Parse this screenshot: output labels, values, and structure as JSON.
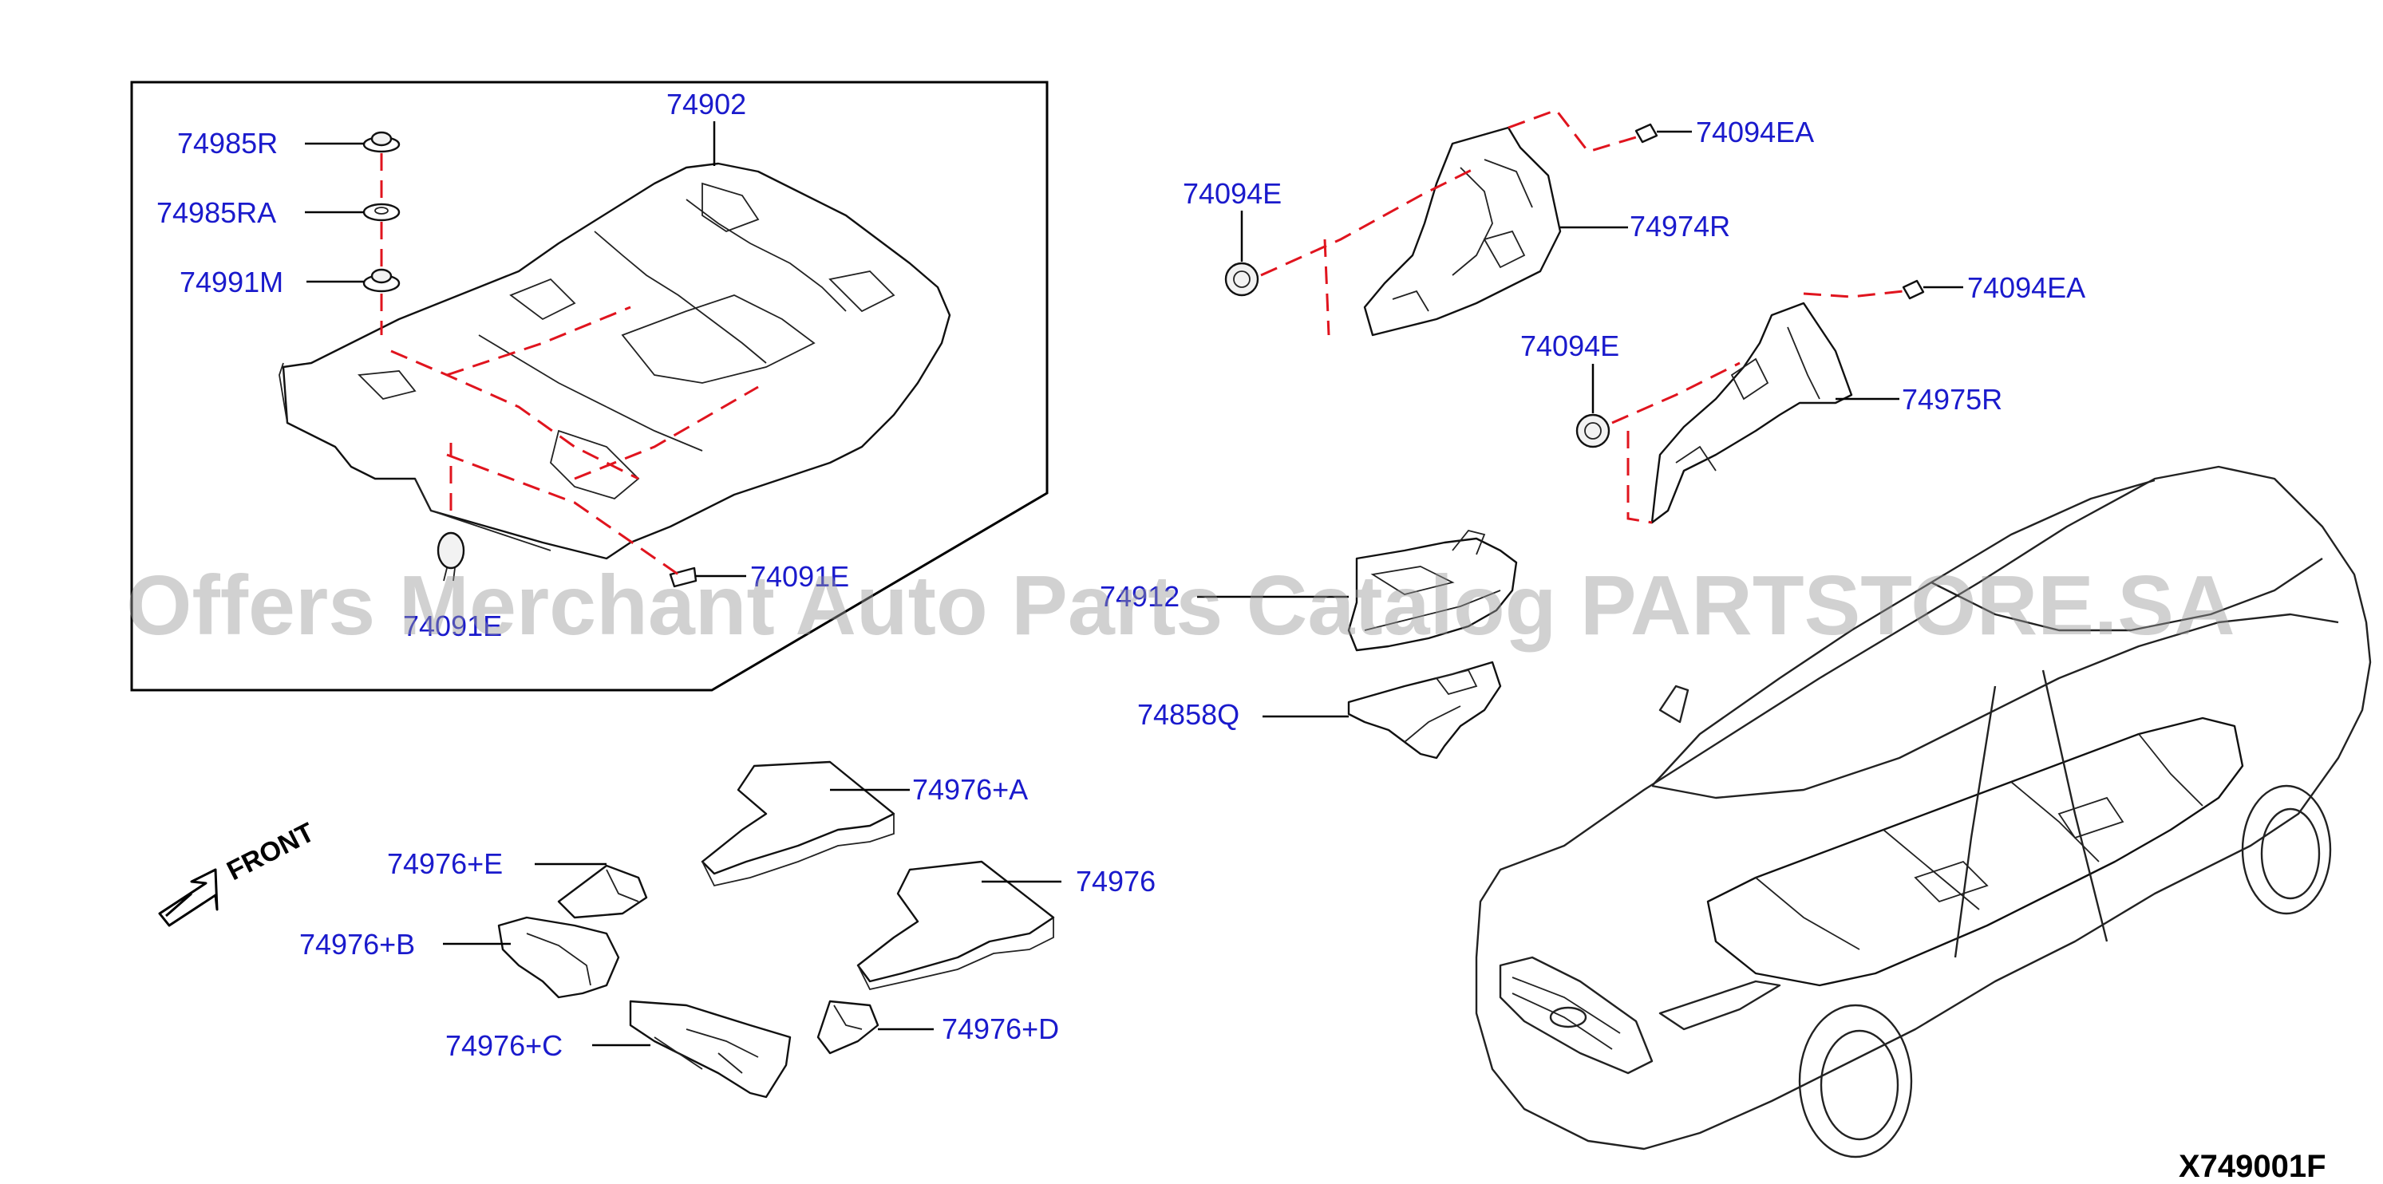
{
  "callouts": {
    "p74902": "74902",
    "p74985R": "74985R",
    "p74985RA": "74985RA",
    "p74991M": "74991M",
    "p74091E_right": "74091E",
    "p74091E_bottom": "74091E",
    "p74094EA_top": "74094EA",
    "p74094E_top": "74094E",
    "p74974R": "74974R",
    "p74094EA_mid": "74094EA",
    "p74094E_mid": "74094E",
    "p74975R": "74975R",
    "p74912": "74912",
    "p74858Q": "74858Q",
    "p74976A": "74976+A",
    "p74976": "74976",
    "p74976E": "74976+E",
    "p74976B": "74976+B",
    "p74976C": "74976+C",
    "p74976D": "74976+D"
  },
  "front_label": "FRONT",
  "diagram_id": "X749001F",
  "watermark": "Offers Merchant Auto Parts Catalog PARTSTORE.SA",
  "colors": {
    "callout": "#1a1acc",
    "dashed_leader": "#e0141e",
    "line": "#111111"
  },
  "icons": {
    "front_arrow": "arrow-down-left-icon"
  }
}
